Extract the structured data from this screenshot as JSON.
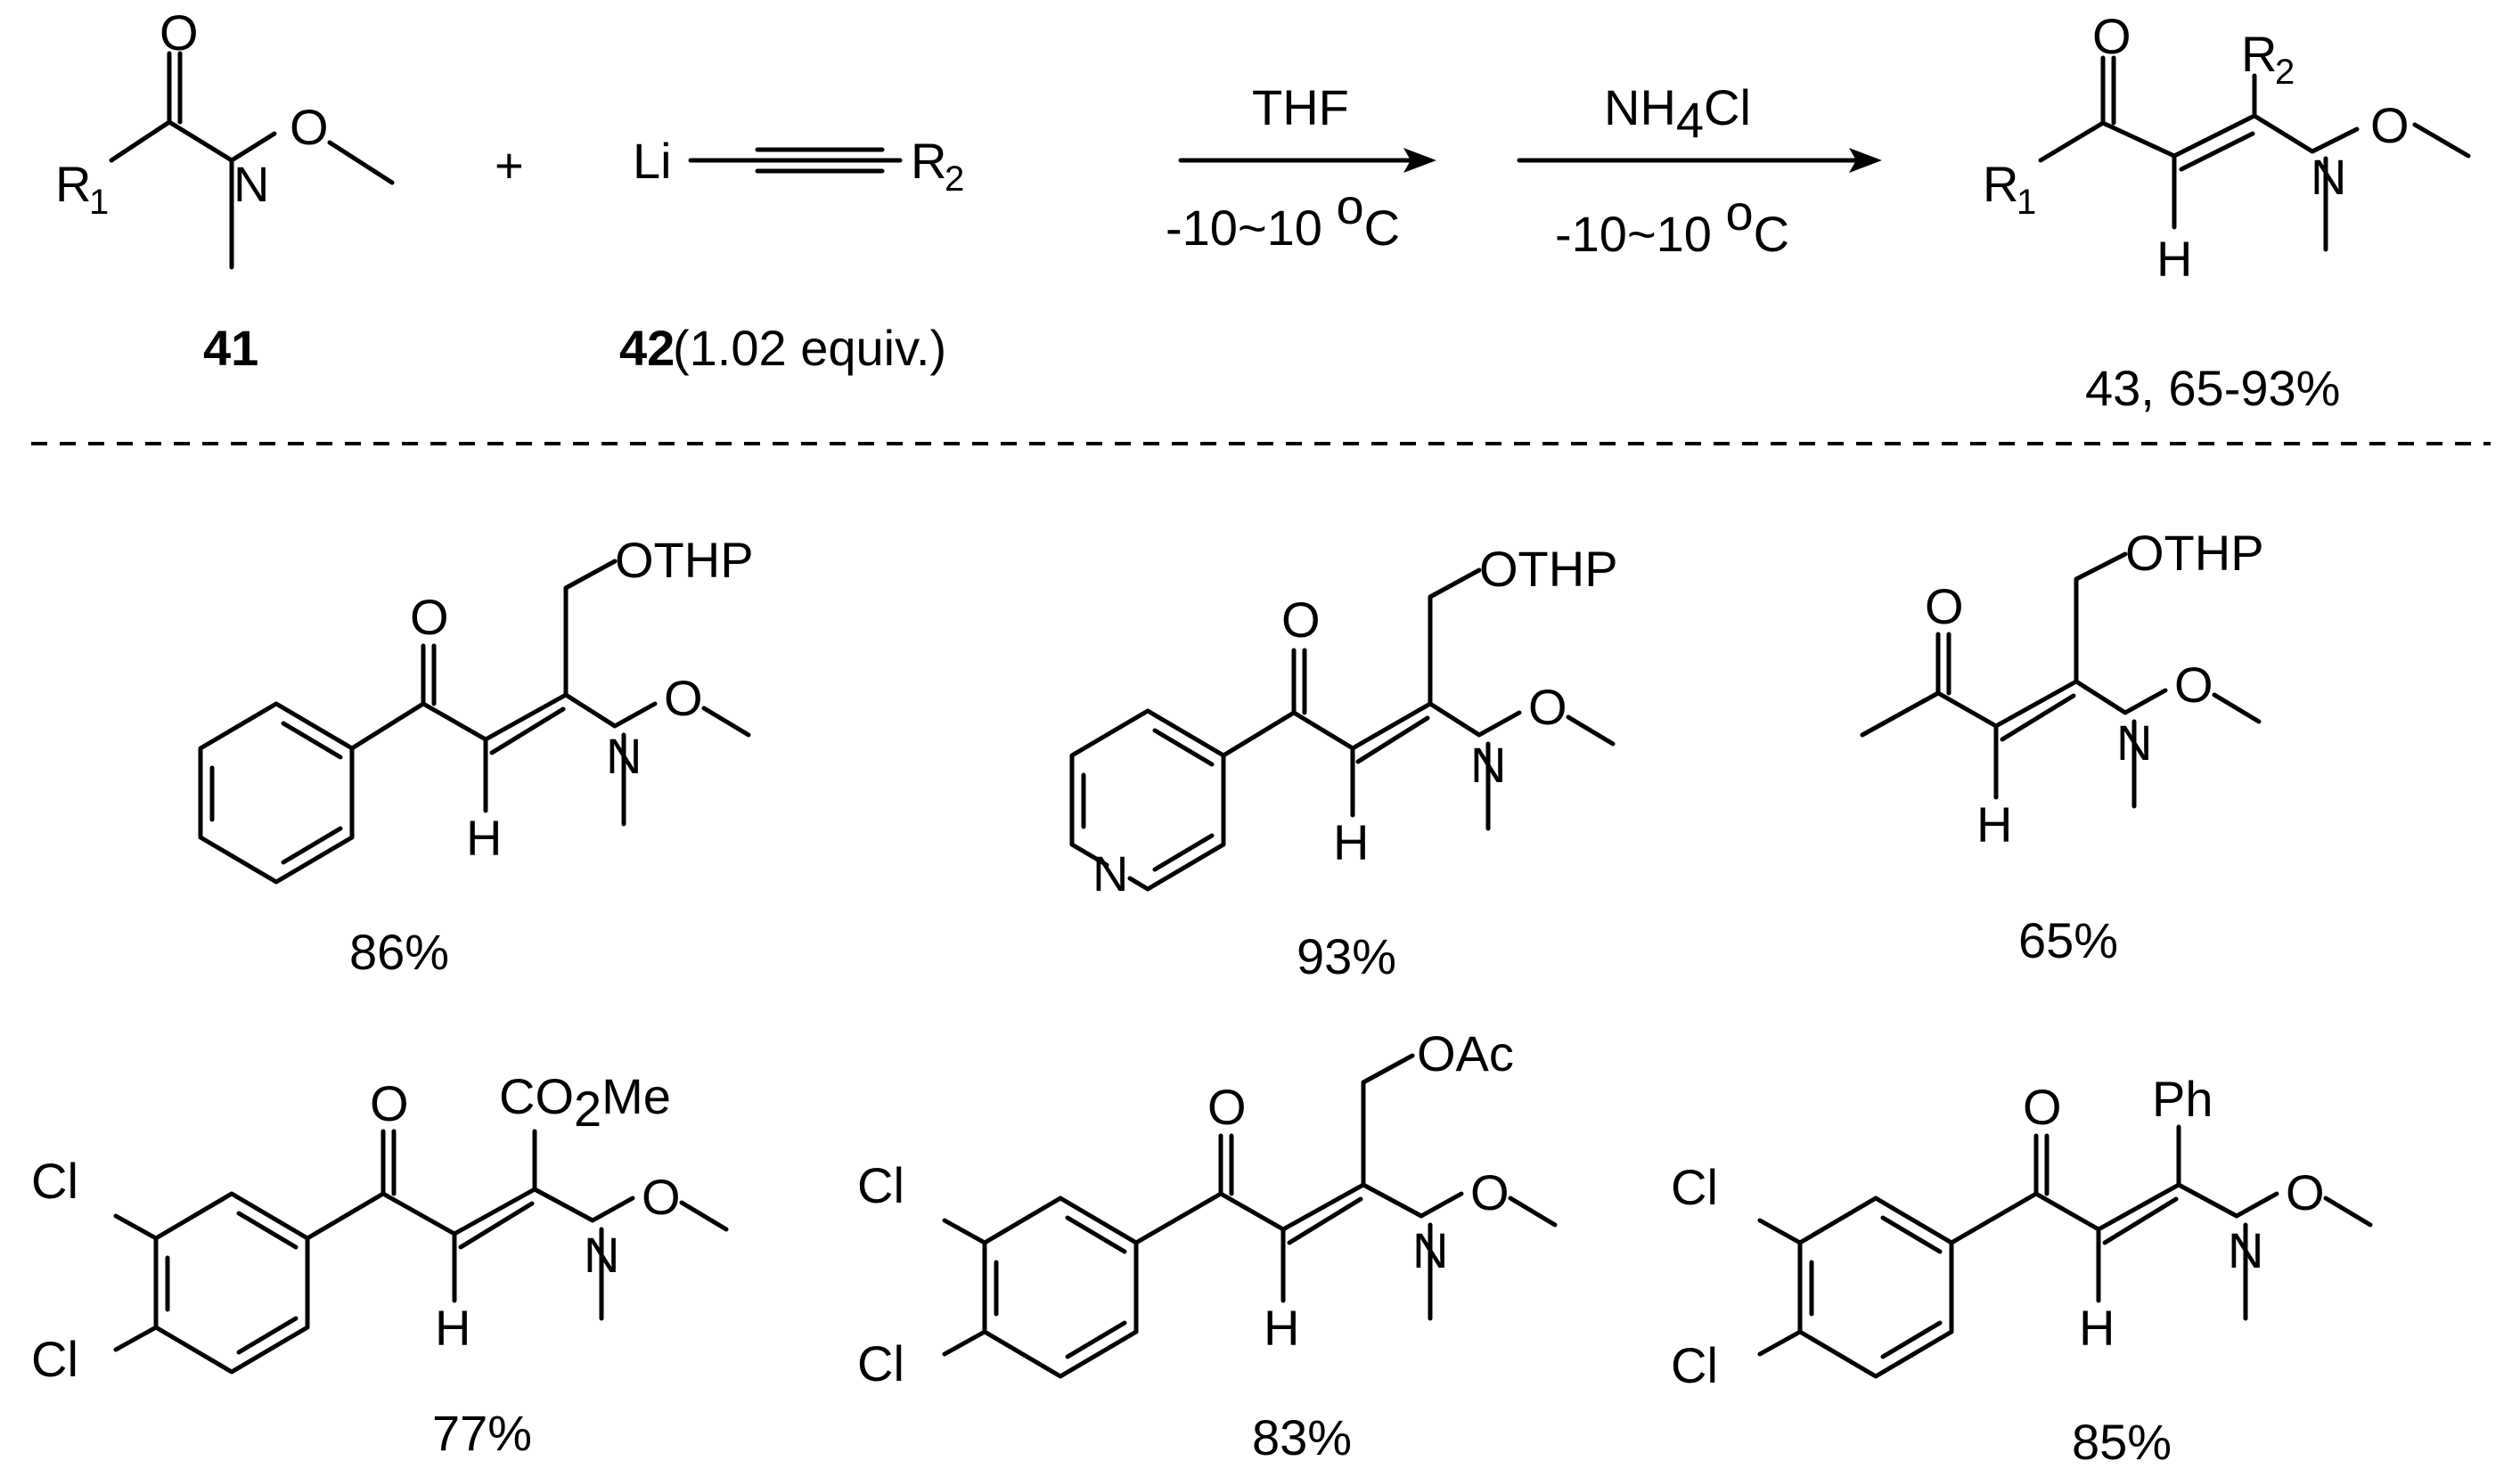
{
  "scheme": {
    "reactant_41": {
      "label": "41",
      "r1": "R",
      "r1_sub": "1",
      "atom_n": "N",
      "atom_o": "O",
      "atom_o2": "O"
    },
    "plus": "+",
    "reactant_42": {
      "label": "42",
      "note": "(1.02 equiv.)",
      "li": "Li",
      "r2": "R",
      "r2_sub": "2"
    },
    "step1": {
      "reagent": "THF",
      "conditions": "-10~10 ",
      "deg": "o",
      "unit": "C"
    },
    "step2": {
      "reagent_pre": "NH",
      "reagent_sub": "4",
      "reagent_post": "Cl",
      "conditions": "-10~10 ",
      "deg": "o",
      "unit": "C"
    },
    "product_43": {
      "label": "43",
      "yield_range": ", 65-93%",
      "r1": "R",
      "r1_sub": "1",
      "r2": "R",
      "r2_sub": "2",
      "atom_o": "O",
      "atom_n": "N",
      "atom_o2": "O",
      "atom_h": "H"
    }
  },
  "examples": [
    {
      "yield": "86%",
      "substituent": "OTHP",
      "atom_o": "O",
      "atom_n": "N",
      "atom_o2": "O",
      "atom_h": "H"
    },
    {
      "yield": "93%",
      "substituent": "OTHP",
      "atom_o": "O",
      "atom_n": "N",
      "atom_o2": "O",
      "atom_h": "H",
      "ring_n": "N"
    },
    {
      "yield": "65%",
      "substituent": "OTHP",
      "atom_o": "O",
      "atom_n": "N",
      "atom_o2": "O",
      "atom_h": "H"
    },
    {
      "yield": "77%",
      "substituent_pre": "CO",
      "substituent_sub": "2",
      "substituent_post": "Me",
      "cl": "Cl",
      "atom_o": "O",
      "atom_n": "N",
      "atom_o2": "O",
      "atom_h": "H"
    },
    {
      "yield": "83%",
      "substituent": "OAc",
      "cl": "Cl",
      "atom_o": "O",
      "atom_n": "N",
      "atom_o2": "O",
      "atom_h": "H"
    },
    {
      "yield": "85%",
      "substituent": "Ph",
      "cl": "Cl",
      "atom_o": "O",
      "atom_n": "N",
      "atom_o2": "O",
      "atom_h": "H"
    }
  ]
}
